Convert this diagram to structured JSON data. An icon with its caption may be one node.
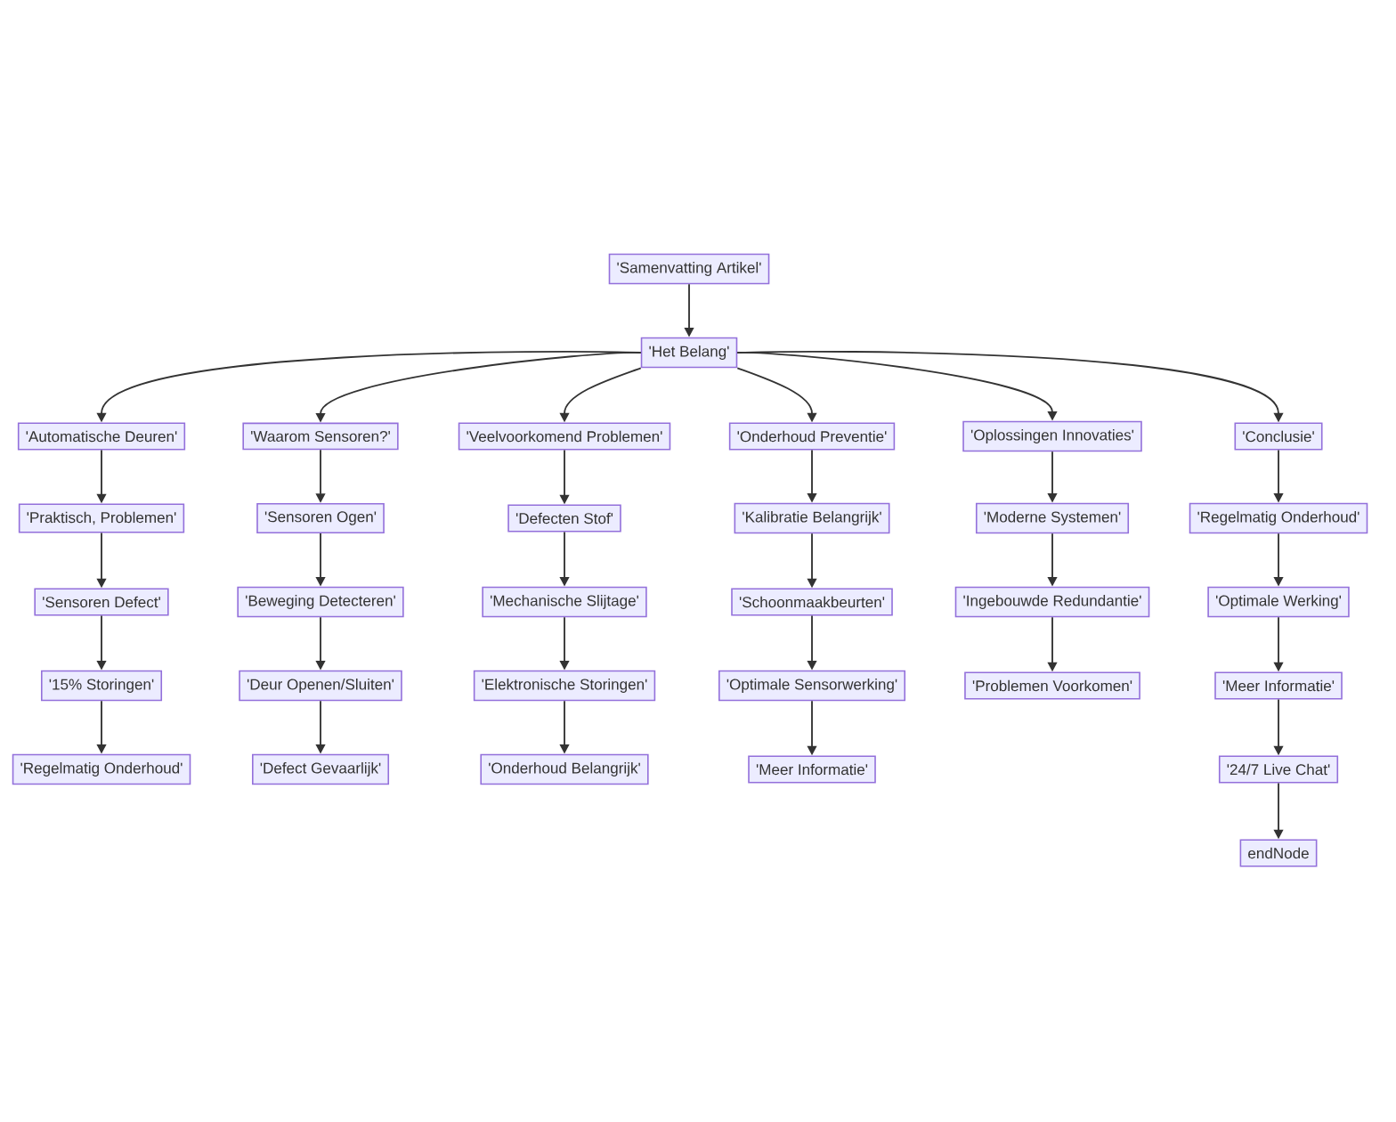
{
  "diagram": {
    "nodes": [
      {
        "text": [
          "'Samenvatting Artikel'"
        ]
      },
      {
        "text": [
          "'Het Belang'"
        ]
      },
      {
        "text": [
          "'Automatische Deuren'"
        ]
      },
      {
        "text": [
          "'Praktisch, Problemen'"
        ]
      },
      {
        "text": [
          "'Sensoren Defect'"
        ]
      },
      {
        "text": [
          "'15% Storingen'"
        ]
      },
      {
        "text": [
          "'Regelmatig Onderhoud'"
        ]
      },
      {
        "text": [
          "'Waarom Sensoren?'"
        ]
      },
      {
        "text": [
          "'Sensoren Ogen'"
        ]
      },
      {
        "text": [
          "'Beweging Detecteren'"
        ]
      },
      {
        "text": [
          "'Deur Openen/Sluiten'"
        ]
      },
      {
        "text": [
          "'Defect Gevaarlijk'"
        ]
      },
      {
        "text": [
          "'Veelvoorkomend Problemen'"
        ]
      },
      {
        "text": [
          "'Defecten Stof'"
        ]
      },
      {
        "text": [
          "'Mechanische Slijtage'"
        ]
      },
      {
        "text": [
          "'Elektronische Storingen'"
        ]
      },
      {
        "text": [
          "'Onderhoud Belangrijk'"
        ]
      },
      {
        "text": [
          "'Onderhoud Preventie'"
        ]
      },
      {
        "text": [
          "'Kalibratie Belangrijk'"
        ]
      },
      {
        "text": [
          "'Schoonmaakbeurten'"
        ]
      },
      {
        "text": [
          "'Optimale Sensorwerking'"
        ]
      },
      {
        "text": [
          "'Meer Informatie'"
        ]
      },
      {
        "text": [
          "'Oplossingen Innovaties'"
        ]
      },
      {
        "text": [
          "'Moderne Systemen'"
        ]
      },
      {
        "text": [
          "'Ingebouwde Redundantie'"
        ]
      },
      {
        "text": [
          "'Problemen Voorkomen'"
        ]
      },
      {
        "text": [
          "'Conclusie'"
        ]
      },
      {
        "text": [
          "'Regelmatig Onderhoud'"
        ]
      },
      {
        "text": [
          "'Optimale Werking'"
        ]
      },
      {
        "text": [
          "'Meer Informatie'"
        ]
      },
      {
        "text": [
          "'24/7 Live Chat'"
        ]
      },
      {
        "text": [
          "endNode"
        ]
      }
    ],
    "edges": [
      {
        "from": 0,
        "to": 1,
        "arrow": "to"
      },
      {
        "from": 1,
        "to": 2,
        "arrow": "to"
      },
      {
        "from": 1,
        "to": 7,
        "arrow": "to"
      },
      {
        "from": 1,
        "to": 12,
        "arrow": "to"
      },
      {
        "from": 1,
        "to": 17,
        "arrow": "to"
      },
      {
        "from": 1,
        "to": 22,
        "arrow": "to"
      },
      {
        "from": 1,
        "to": 26,
        "arrow": "to"
      },
      {
        "from": 2,
        "to": 3,
        "arrow": "to"
      },
      {
        "from": 3,
        "to": 4,
        "arrow": "to"
      },
      {
        "from": 4,
        "to": 5,
        "arrow": "to"
      },
      {
        "from": 5,
        "to": 6,
        "arrow": "to"
      },
      {
        "from": 7,
        "to": 8,
        "arrow": "to"
      },
      {
        "from": 8,
        "to": 9,
        "arrow": "to"
      },
      {
        "from": 9,
        "to": 10,
        "arrow": "to"
      },
      {
        "from": 10,
        "to": 11,
        "arrow": "to"
      },
      {
        "from": 12,
        "to": 13,
        "arrow": "to"
      },
      {
        "from": 13,
        "to": 14,
        "arrow": "to"
      },
      {
        "from": 14,
        "to": 15,
        "arrow": "to"
      },
      {
        "from": 15,
        "to": 16,
        "arrow": "to"
      },
      {
        "from": 17,
        "to": 18,
        "arrow": "to"
      },
      {
        "from": 18,
        "to": 19,
        "arrow": "to"
      },
      {
        "from": 19,
        "to": 20,
        "arrow": "to"
      },
      {
        "from": 20,
        "to": 21,
        "arrow": "to"
      },
      {
        "from": 22,
        "to": 23,
        "arrow": "to"
      },
      {
        "from": 23,
        "to": 24,
        "arrow": "to"
      },
      {
        "from": 24,
        "to": 25,
        "arrow": "to"
      },
      {
        "from": 26,
        "to": 27,
        "arrow": "to"
      },
      {
        "from": 27,
        "to": 28,
        "arrow": "to"
      },
      {
        "from": 28,
        "to": 29,
        "arrow": "to"
      },
      {
        "from": 29,
        "to": 30,
        "arrow": "to"
      },
      {
        "from": 30,
        "to": 31,
        "arrow": "to"
      }
    ]
  }
}
